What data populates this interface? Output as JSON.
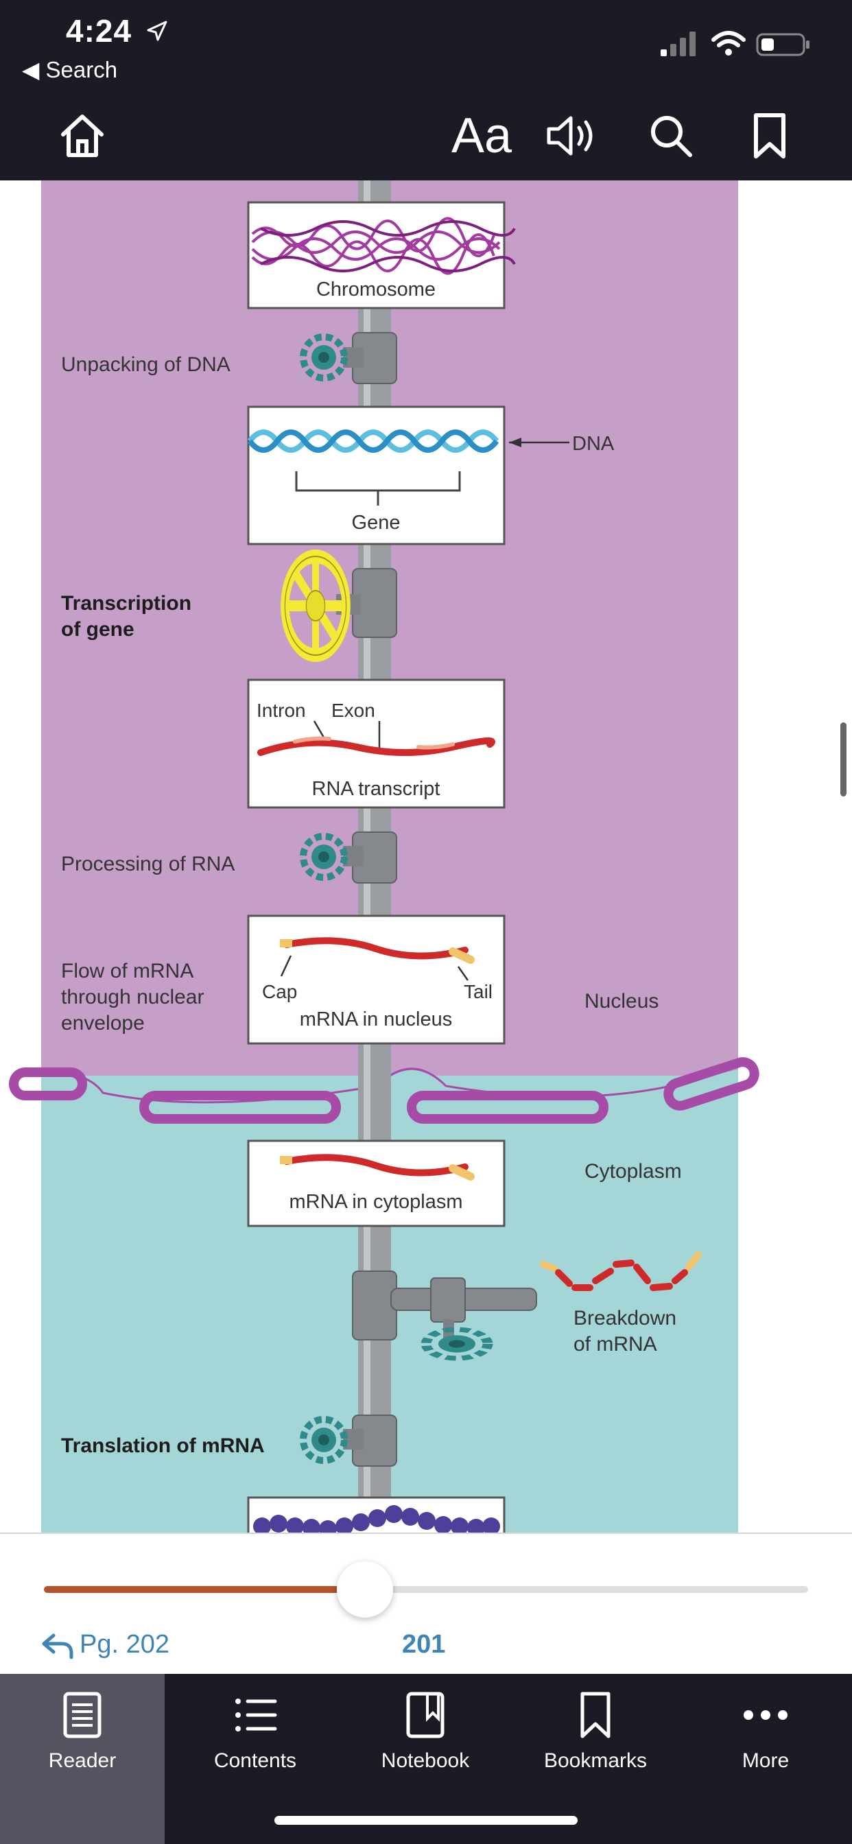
{
  "status_bar": {
    "time": "4:24",
    "back_label": "◀ Search"
  },
  "toolbar": {
    "home_icon": "home-icon",
    "font_label": "Aa",
    "audio_icon": "speaker-icon",
    "search_icon": "search-icon",
    "bookmark_icon": "bookmark-icon"
  },
  "diagram": {
    "colors": {
      "nucleus": "#c69fc8",
      "cytoplasm": "#a4d5d7",
      "envelope": "#a64ca6",
      "pipe": "#999ca0",
      "valve_small": "#2f8a8a",
      "valve_big": "#f4e935",
      "rna": "#cf2a2a",
      "cap_tail": "#f2c46a",
      "protein": "#4d3f9a"
    },
    "box_chromosome": "Chromosome",
    "label_unpacking": "Unpacking of DNA",
    "box_dna_gene": "Gene",
    "label_dna": "DNA",
    "label_transcription": [
      "Transcription",
      "of gene"
    ],
    "box_intron": "Intron",
    "box_exon": "Exon",
    "box_rna_transcript": "RNA transcript",
    "label_processing": "Processing of RNA",
    "label_flow": [
      "Flow of mRNA",
      "through nuclear",
      "envelope"
    ],
    "box_cap": "Cap",
    "box_tail": "Tail",
    "box_mrna_nucleus": "mRNA in nucleus",
    "label_nucleus": "Nucleus",
    "label_cytoplasm": "Cytoplasm",
    "box_mrna_cytoplasm": "mRNA in cytoplasm",
    "label_breakdown": [
      "Breakdown",
      "of mRNA"
    ],
    "label_translation": "Translation of mRNA"
  },
  "reader": {
    "progress_fraction": 0.42,
    "return_page_label": "Pg. 202",
    "current_page": "201"
  },
  "tabs": [
    {
      "label": "Reader",
      "icon": "reader-icon",
      "active": true
    },
    {
      "label": "Contents",
      "icon": "contents-list-icon",
      "active": false
    },
    {
      "label": "Notebook",
      "icon": "notebook-icon",
      "active": false
    },
    {
      "label": "Bookmarks",
      "icon": "bookmark-icon",
      "active": false
    },
    {
      "label": "More",
      "icon": "more-dots-icon",
      "active": false
    }
  ]
}
